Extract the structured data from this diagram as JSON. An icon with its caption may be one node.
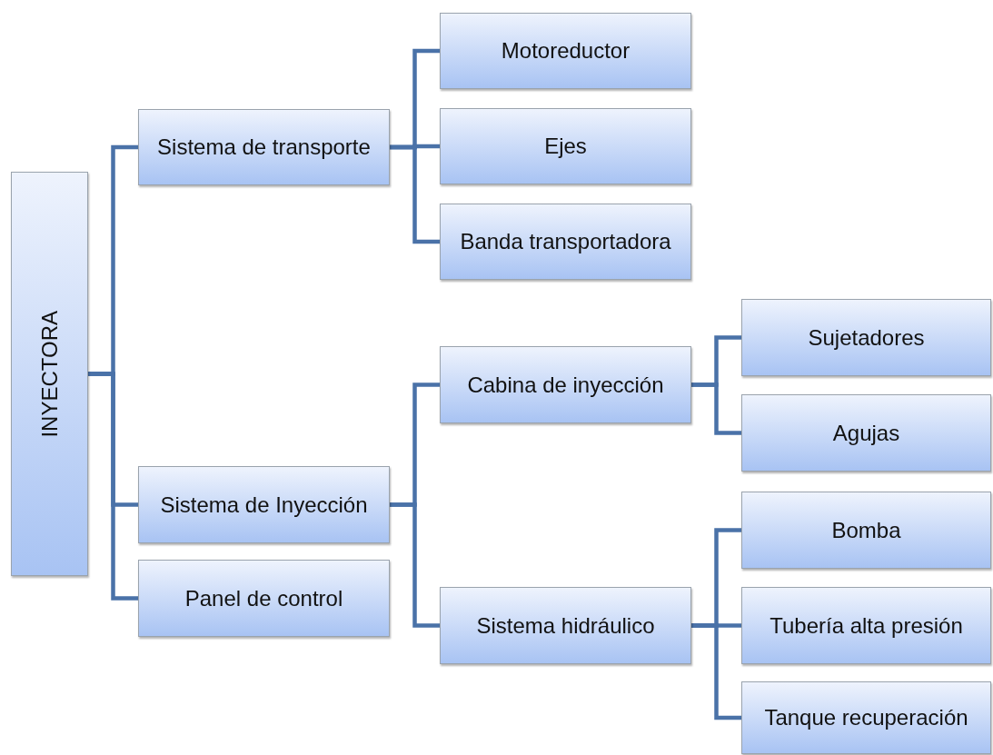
{
  "diagram": {
    "nodes": [
      {
        "text": [
          "INYECTORA"
        ]
      },
      {
        "text": [
          "Sistema de transporte"
        ]
      },
      {
        "text": [
          "Motoreductor"
        ]
      },
      {
        "text": [
          "Ejes"
        ]
      },
      {
        "text": [
          "Banda transportadora"
        ]
      },
      {
        "text": [
          "Sistema de Inyección"
        ]
      },
      {
        "text": [
          "Panel de control"
        ]
      },
      {
        "text": [
          "Cabina de inyección"
        ]
      },
      {
        "text": [
          "Sujetadores"
        ]
      },
      {
        "text": [
          "Agujas"
        ]
      },
      {
        "text": [
          "Sistema hidráulico"
        ]
      },
      {
        "text": [
          "Bomba"
        ]
      },
      {
        "text": [
          "Tubería alta presión"
        ]
      },
      {
        "text": [
          "Tanque recuperación"
        ]
      }
    ],
    "edges": [
      {
        "from": 0,
        "to": 1,
        "arrow": "none"
      },
      {
        "from": 0,
        "to": 5,
        "arrow": "none"
      },
      {
        "from": 0,
        "to": 6,
        "arrow": "none"
      },
      {
        "from": 1,
        "to": 2,
        "arrow": "none"
      },
      {
        "from": 1,
        "to": 3,
        "arrow": "none"
      },
      {
        "from": 1,
        "to": 4,
        "arrow": "none"
      },
      {
        "from": 5,
        "to": 7,
        "arrow": "none"
      },
      {
        "from": 5,
        "to": 10,
        "arrow": "none"
      },
      {
        "from": 7,
        "to": 8,
        "arrow": "none"
      },
      {
        "from": 7,
        "to": 9,
        "arrow": "none"
      },
      {
        "from": 10,
        "to": 11,
        "arrow": "none"
      },
      {
        "from": 10,
        "to": 12,
        "arrow": "none"
      },
      {
        "from": 10,
        "to": 13,
        "arrow": "none"
      }
    ]
  }
}
